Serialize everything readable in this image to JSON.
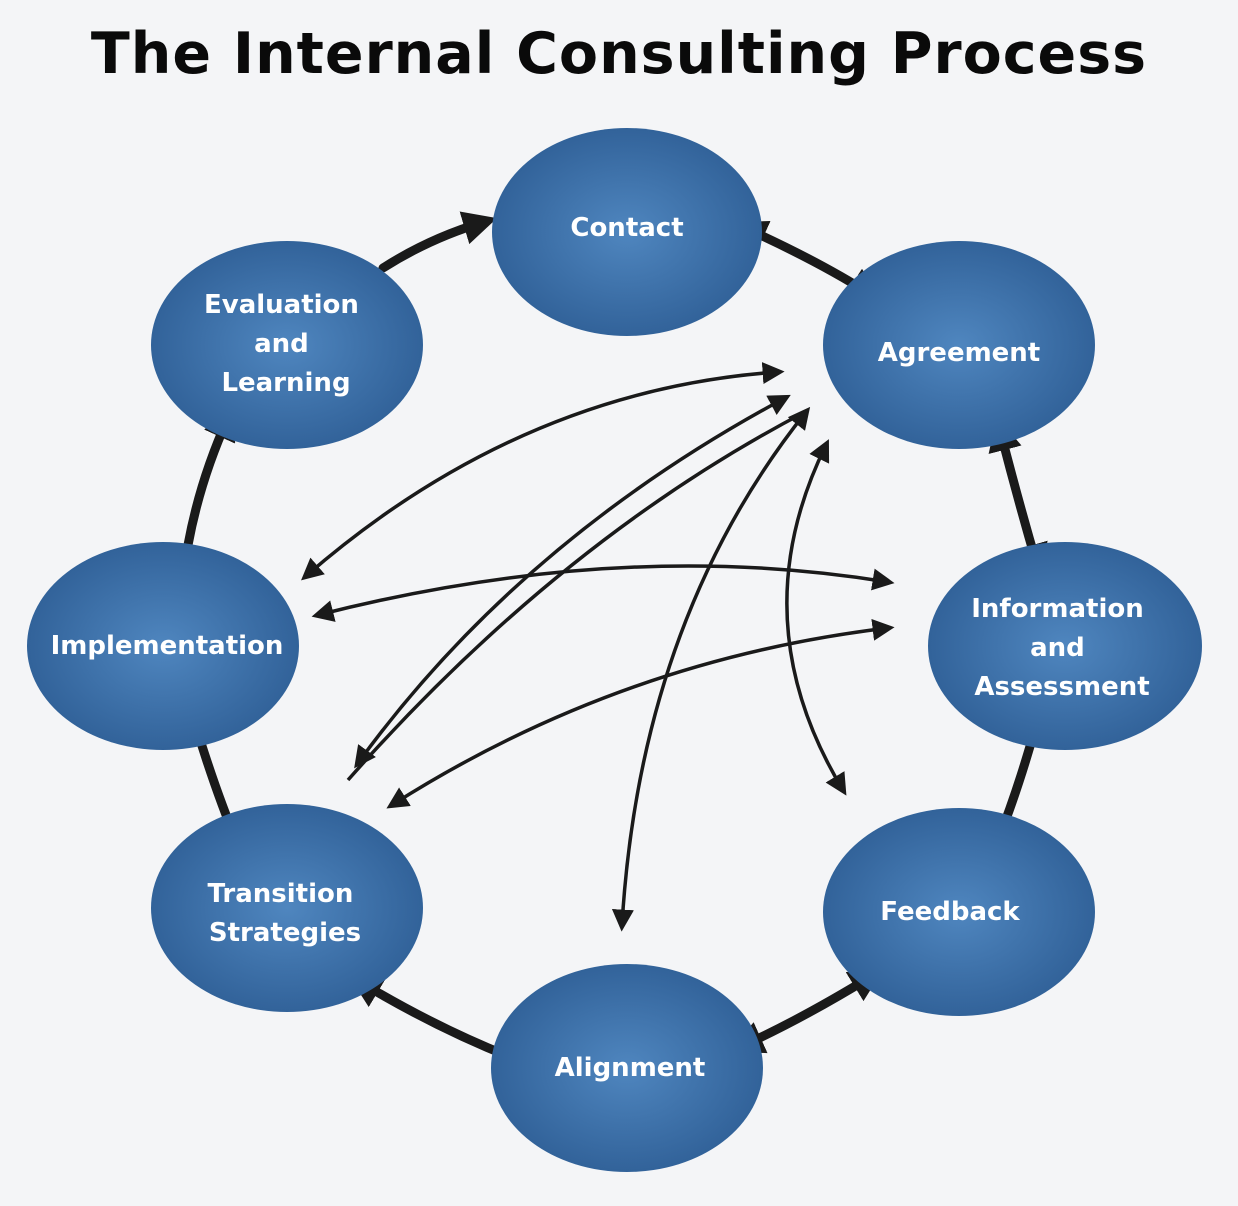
{
  "title": "The Internal Consulting Process",
  "colors": {
    "background": "#f4f5f7",
    "node_fill_center": "#4f86bf",
    "node_fill_edge": "#2f5f96",
    "arrow": "#1a1a1a",
    "title": "#0a0a0a"
  },
  "nodes": {
    "contact": {
      "lines": [
        "Contact"
      ]
    },
    "agreement": {
      "lines": [
        "Agreement"
      ]
    },
    "information": {
      "lines": [
        "Information",
        "and",
        "Assessment"
      ]
    },
    "feedback": {
      "lines": [
        "Feedback"
      ]
    },
    "alignment": {
      "lines": [
        "Alignment"
      ]
    },
    "transition": {
      "lines": [
        "Transition",
        "Strategies"
      ]
    },
    "implementation": {
      "lines": [
        "Implementation"
      ]
    },
    "evaluation": {
      "lines": [
        "Evaluation",
        "and",
        "Learning"
      ]
    }
  }
}
